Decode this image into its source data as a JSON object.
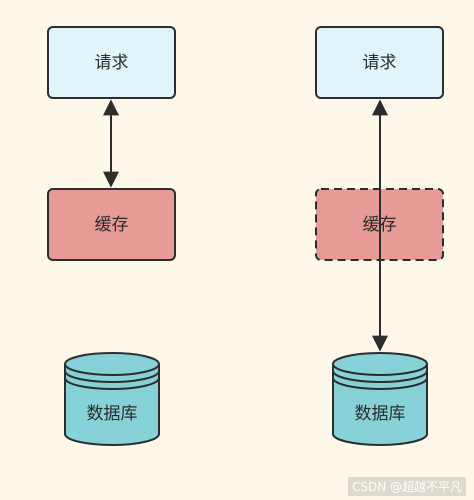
{
  "diagram": {
    "left": {
      "request_label": "请求",
      "cache_label": "缓存",
      "database_label": "数据库"
    },
    "right": {
      "request_label": "请求",
      "cache_label": "缓存",
      "database_label": "数据库"
    },
    "colors": {
      "background": "#fdf8ea",
      "request_fill": "#e0f5fa",
      "cache_fill": "#e89a96",
      "database_fill": "#86d2d8",
      "stroke": "#2d2d2d"
    }
  },
  "watermark": "CSDN @超越不平凡"
}
